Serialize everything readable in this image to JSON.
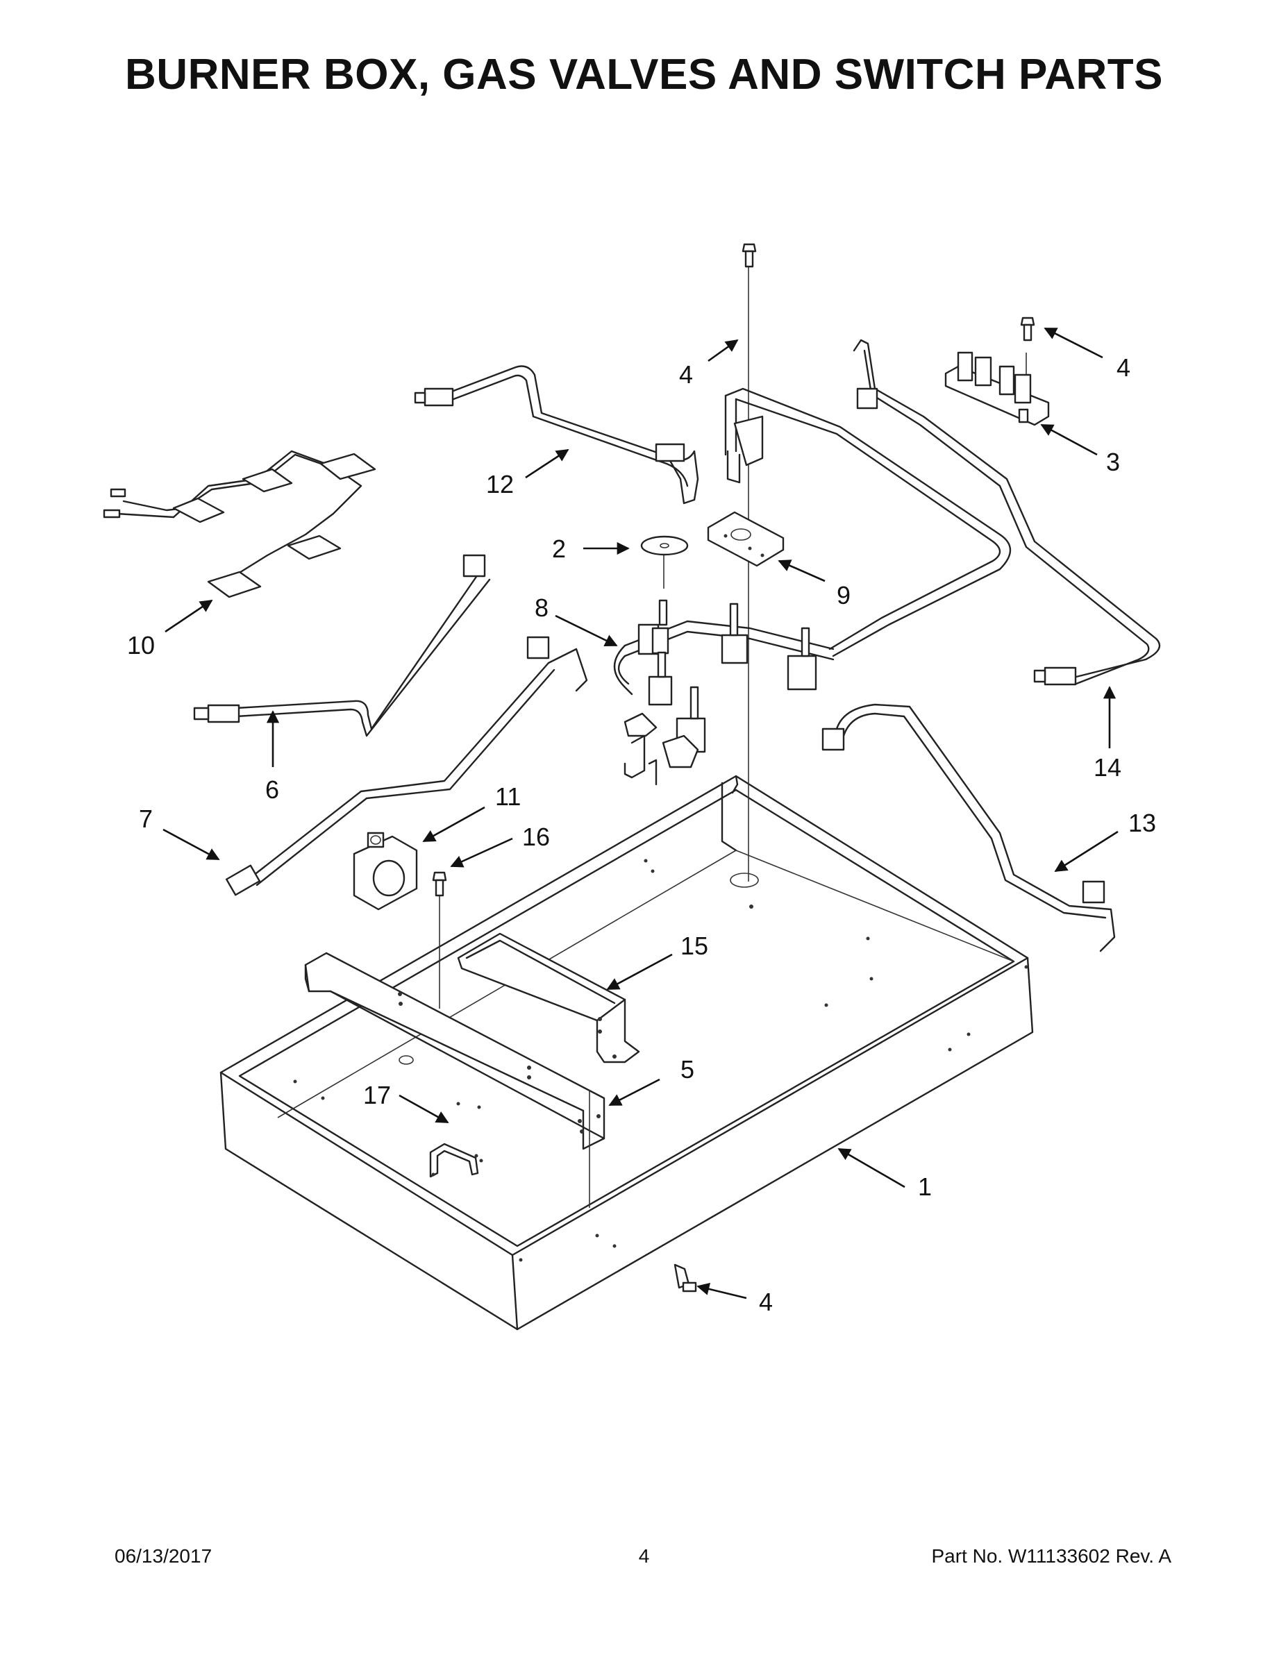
{
  "title": "BURNER BOX, GAS VALVES AND SWITCH PARTS",
  "footer": {
    "date": "06/13/2017",
    "page_number": "4",
    "part_info": "Part No.  W11133602  Rev.  A"
  },
  "callouts": {
    "c1": "1",
    "c2": "2",
    "c3": "3",
    "c4a": "4",
    "c4b": "4",
    "c4c": "4",
    "c5": "5",
    "c6": "6",
    "c7": "7",
    "c8": "8",
    "c9": "9",
    "c10": "10",
    "c11": "11",
    "c12": "12",
    "c13": "13",
    "c14": "14",
    "c15": "15",
    "c16": "16",
    "c17": "17"
  }
}
